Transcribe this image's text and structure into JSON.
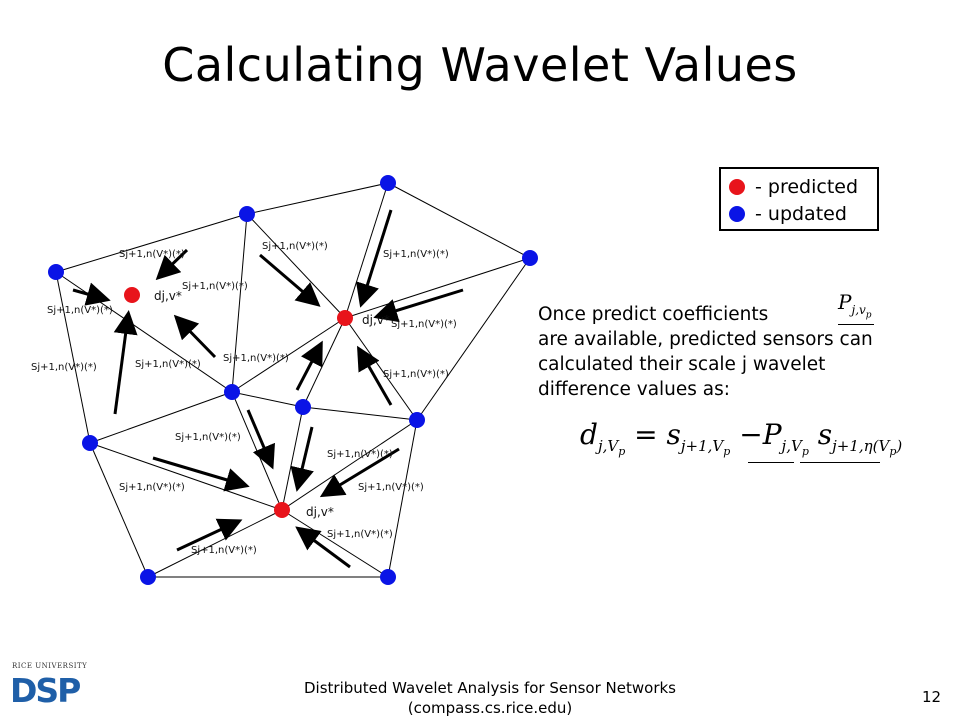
{
  "title": "Calculating Wavelet Values",
  "legend": {
    "predicted": {
      "label": "- predicted",
      "color": "#e8141b"
    },
    "updated": {
      "label": "- updated",
      "color": "#0a14e6"
    }
  },
  "edge_label": "Sj+1,n(V*)(*)",
  "wavelet_label": "dj,v*",
  "text_lines": [
    "Once  predict coefficients",
    "are available, predicted sensors can",
    "calculated their scale j wavelet",
    "difference values as:"
  ],
  "pj_symbol": {
    "base": "P",
    "sub": "j,v",
    "subsub": "p"
  },
  "equation": {
    "lhs_base": "d",
    "lhs_sub": "j,V",
    "lhs_subsub": "p",
    "eq": "=",
    "s_base": "s",
    "s_sub": "j+1,V",
    "s_subsub": "p",
    "minus": "−",
    "p_base": "P",
    "p_sub": "j,V",
    "p_subsub": "p",
    "s2_base": "s",
    "s2_sub": "j+1,η(V",
    "s2_subsub": "p",
    "s2_close": ")"
  },
  "footer": {
    "line1": "Distributed Wavelet Analysis for Sensor Networks",
    "line2": "(compass.cs.rice.edu)"
  },
  "page_number": "12",
  "logo": {
    "top": "RICE UNIVERSITY",
    "main": "DSP"
  }
}
